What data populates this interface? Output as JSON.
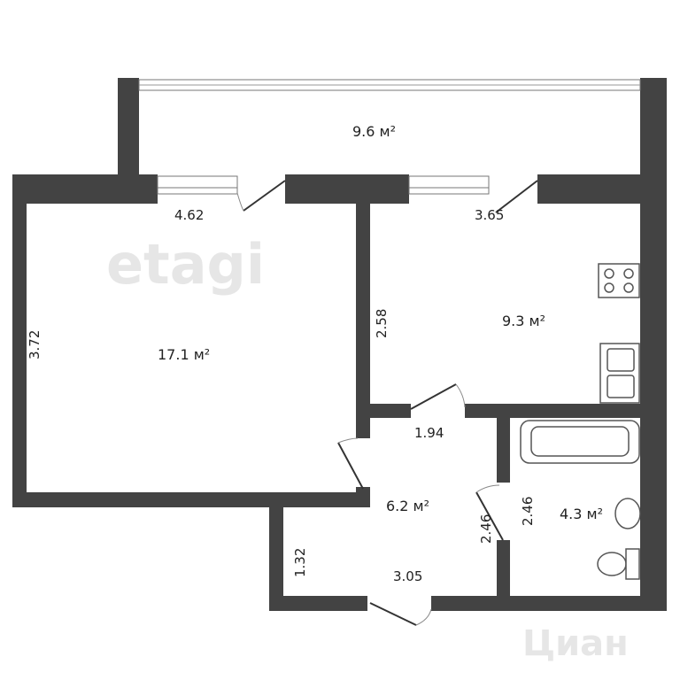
{
  "rooms": {
    "balcony": {
      "area": "9.6 м²"
    },
    "living": {
      "area": "17.1 м²",
      "width": "4.62",
      "height": "3.72"
    },
    "kitchen": {
      "area": "9.3 м²",
      "width": "3.65",
      "height": "2.58"
    },
    "hall": {
      "area": "6.2 м²",
      "width_top": "1.94",
      "width_bottom": "3.05",
      "height": "2.46",
      "niche": "1.32"
    },
    "bathroom": {
      "area": "4.3 м²",
      "height": "2.46"
    }
  },
  "watermarks": {
    "etagi": "etagi",
    "cian": "Циан"
  },
  "colors": {
    "wall": "#434343",
    "background": "#ffffff"
  }
}
